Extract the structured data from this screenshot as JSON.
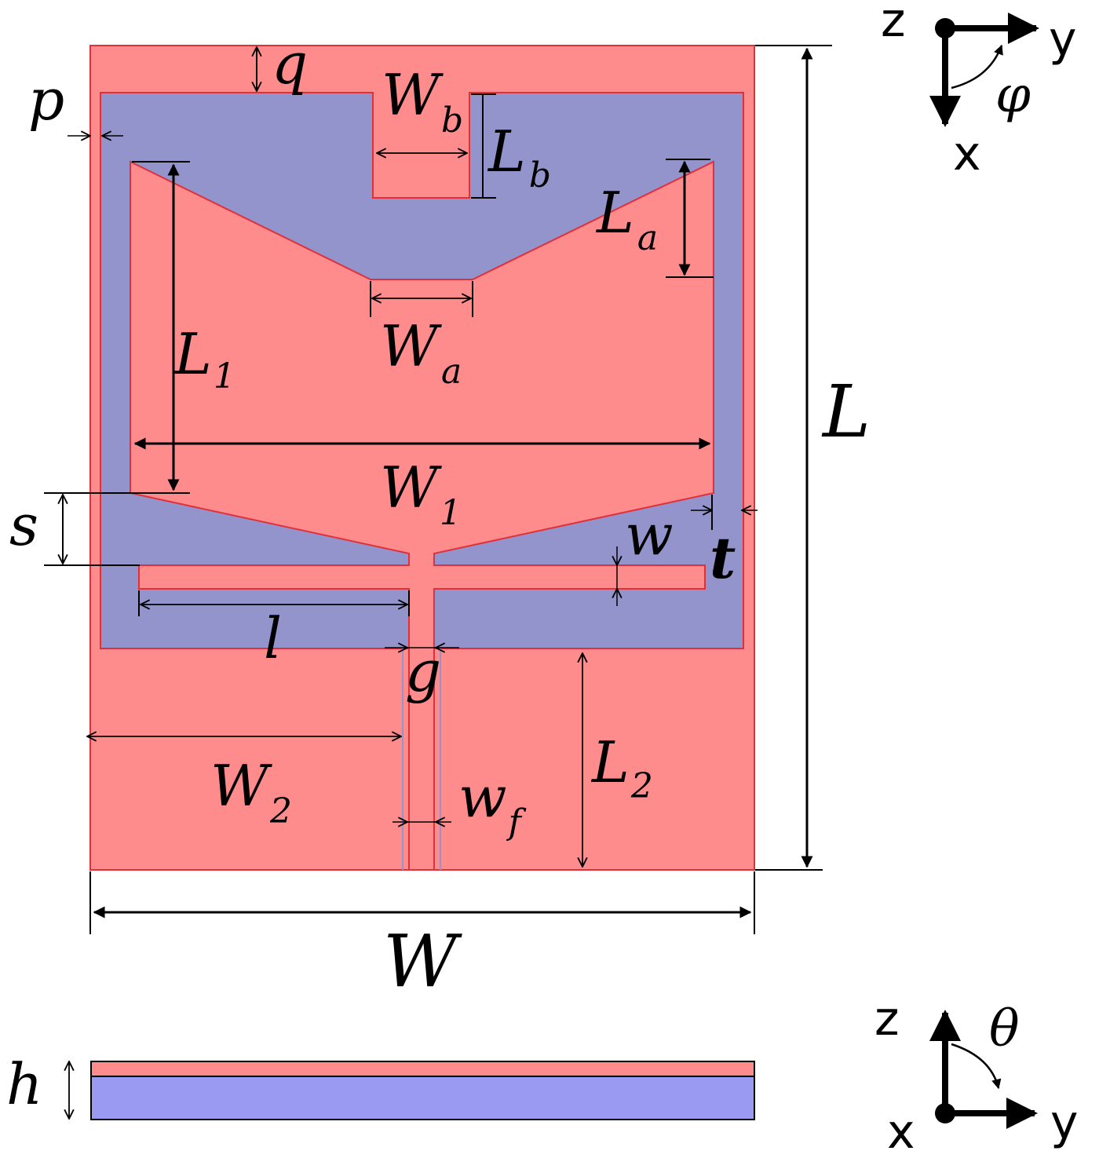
{
  "colors": {
    "metal": "#FF8C8C",
    "metal_edge": "#E0303A",
    "ground": "#9494CC",
    "substrate": "#9A9AF2",
    "dimension": "#000000"
  },
  "labels": {
    "q": "q",
    "p": "p",
    "Wb": "W",
    "Wb_sub": "b",
    "Lb": "L",
    "Lb_sub": "b",
    "La": "L",
    "La_sub": "a",
    "L1": "L",
    "L1_sub": "1",
    "Wa": "W",
    "Wa_sub": "a",
    "L": "L",
    "W1": "W",
    "W1_sub": "1",
    "s": "s",
    "w": "w",
    "t": "t",
    "l": "l",
    "g": "g",
    "W2": "W",
    "W2_sub": "2",
    "L2": "L",
    "L2_sub": "2",
    "wf": "w",
    "wf_sub": "f",
    "W": "W",
    "h": "h"
  },
  "axes_top": {
    "z": "z",
    "y": "y",
    "x": "x",
    "phi": "φ"
  },
  "axes_bottom": {
    "z": "z",
    "y": "y",
    "x": "x",
    "theta": "θ"
  }
}
